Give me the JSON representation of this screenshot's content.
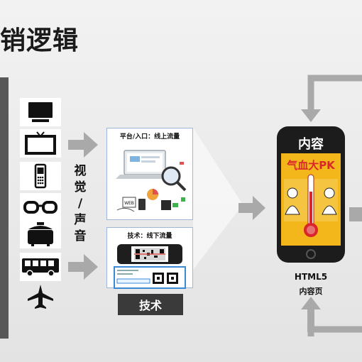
{
  "title": "销逻辑",
  "channel_icons": [
    {
      "name": "tv-icon"
    },
    {
      "name": "monitor-icon"
    },
    {
      "name": "phone-icon"
    },
    {
      "name": "glasses-icon"
    },
    {
      "name": "rice-cooker-icon"
    },
    {
      "name": "bus-icon"
    },
    {
      "name": "airplane-icon"
    }
  ],
  "vertical_label": [
    "视",
    "觉",
    "/",
    "声",
    "音"
  ],
  "card_online": {
    "title": "平台/入口：线上流量",
    "web_text": "WEB"
  },
  "card_offline": {
    "title": "技术：线下流量"
  },
  "tech_label": "技术",
  "phone": {
    "header": "内容",
    "poster_title": "气血大PK"
  },
  "html5_label": "HTML5",
  "page_label": "内容页",
  "colors": {
    "background": "#ececec",
    "dark_bar": "#585858",
    "arrow": "#a9a9a9",
    "card_border": "#9fb6d8",
    "poster": "#f3b71c",
    "thermometer": "#d9262b"
  }
}
